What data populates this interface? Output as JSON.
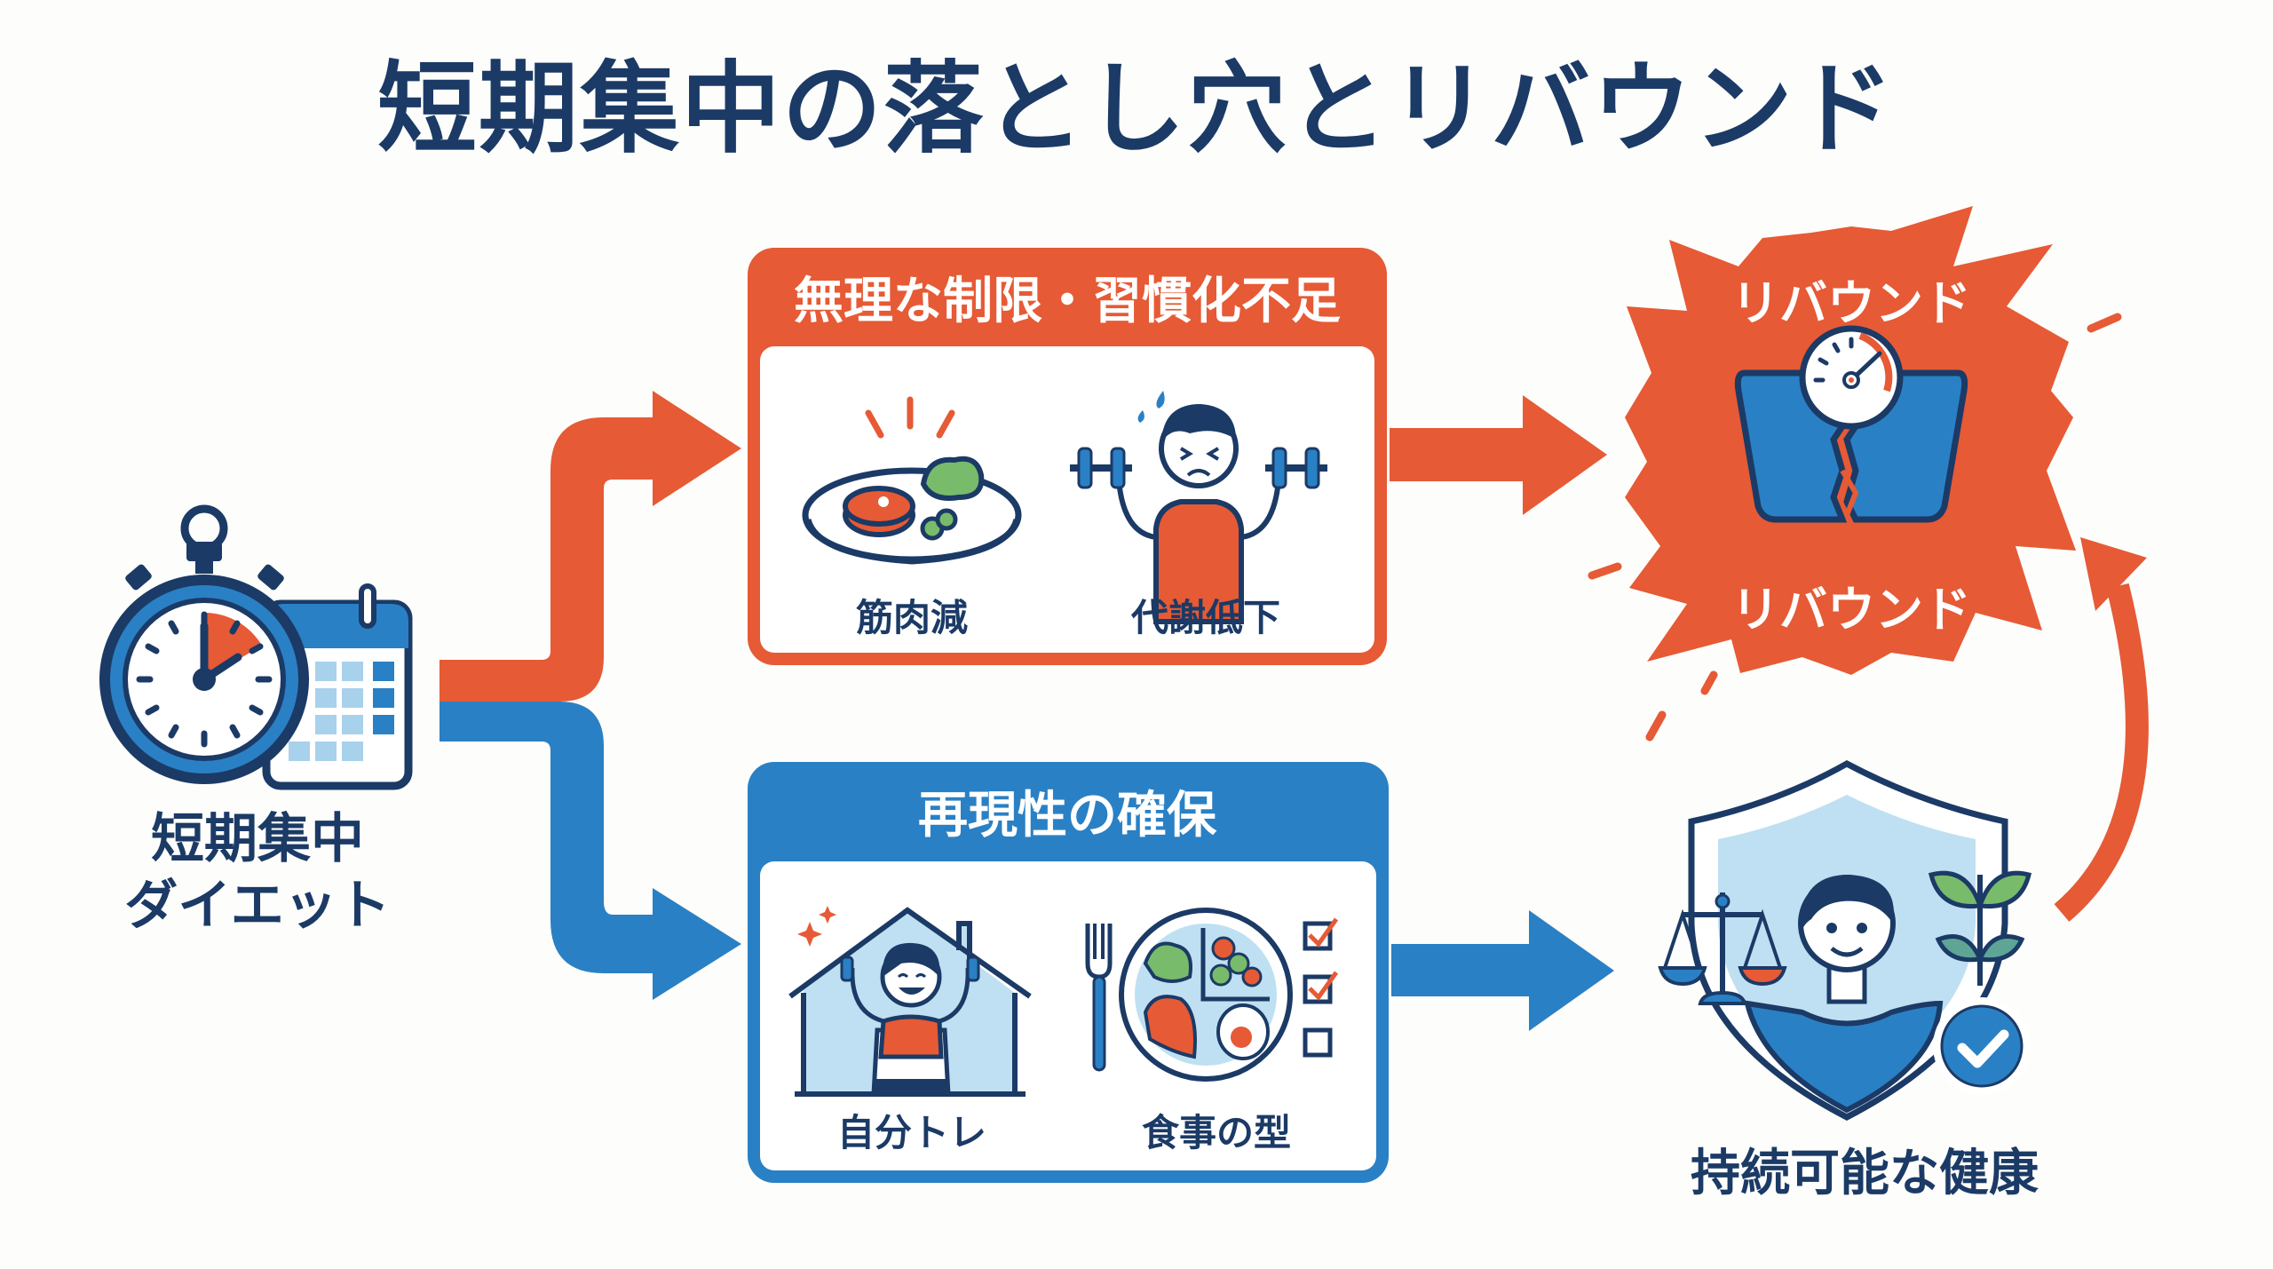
{
  "title": "短期集中の落とし穴とリバウンド",
  "start": {
    "label_line1": "短期集中",
    "label_line2": "ダイエット",
    "icon": "stopwatch-calendar-icon"
  },
  "risk_box": {
    "header": "無理な制限・習慣化不足",
    "items": [
      {
        "label": "筋肉減",
        "icon": "plate-meat-icon"
      },
      {
        "label": "代謝低下",
        "icon": "struggling-dumbbell-man-icon"
      }
    ]
  },
  "good_box": {
    "header": "再現性の確保",
    "items": [
      {
        "label": "自分トレ",
        "icon": "home-workout-woman-icon"
      },
      {
        "label": "食事の型",
        "icon": "balanced-plate-checklist-icon"
      }
    ]
  },
  "rebound": {
    "label_top": "リバウンド",
    "label_bottom": "リバウンド",
    "icon": "broken-scale-icon"
  },
  "outcome": {
    "label": "持続可能な健康",
    "icon": "shield-person-scale-plant-check-icon"
  },
  "colors": {
    "navy": "#1b3a66",
    "orange": "#e65a35",
    "blue": "#2a80c4",
    "light_blue": "#bfe0f2",
    "green": "#78bb6a",
    "background": "#fdfdfb"
  }
}
